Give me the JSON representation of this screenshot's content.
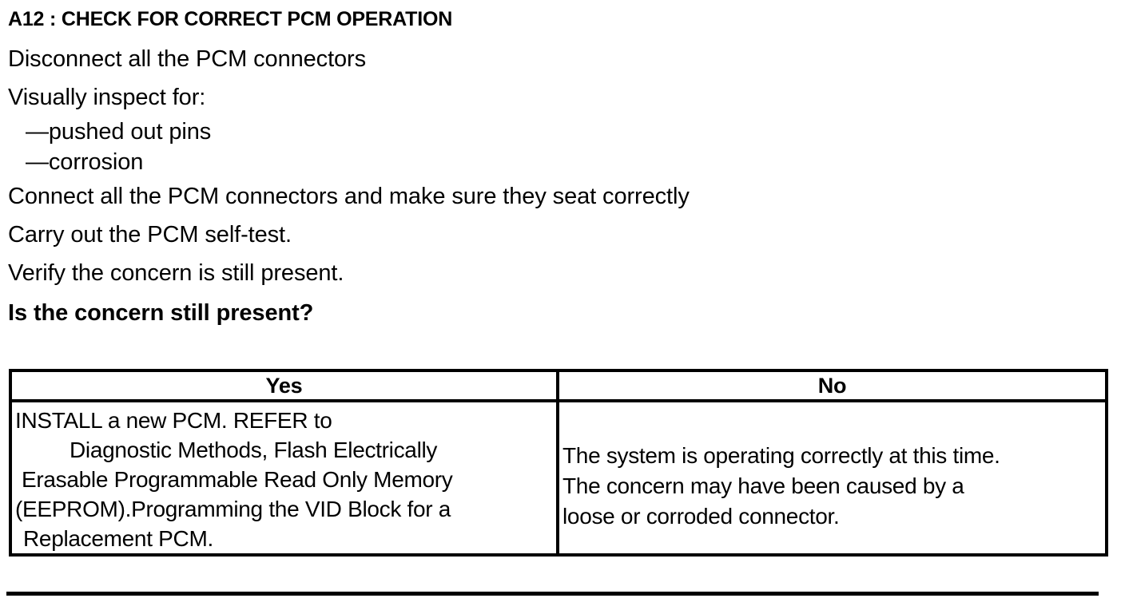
{
  "document": {
    "step_title": "A12 : CHECK FOR CORRECT PCM OPERATION",
    "instructions": [
      "Disconnect all the PCM connectors",
      "Visually inspect for:",
      "—pushed out pins",
      "—corrosion",
      "Connect all the PCM connectors and make sure they seat correctly",
      "Carry out the PCM self-test.",
      "Verify the concern is still present."
    ],
    "question": "Is the concern still present?"
  },
  "decision_table": {
    "headers": {
      "yes": "Yes",
      "no": "No"
    },
    "yes_cell": {
      "lines": [
        "INSTALL a new PCM.  REFER to",
        "Diagnostic Methods, Flash Electrically",
        "Erasable Programmable Read Only Memory",
        "(EEPROM).Programming the VID Block for a",
        "Replacement PCM."
      ]
    },
    "no_cell": {
      "lines": [
        "The system is operating correctly at this time.",
        "The concern may have been caused by a",
        "loose or corroded connector."
      ]
    }
  },
  "colors": {
    "ink": "#000000",
    "paper": "#ffffff"
  }
}
